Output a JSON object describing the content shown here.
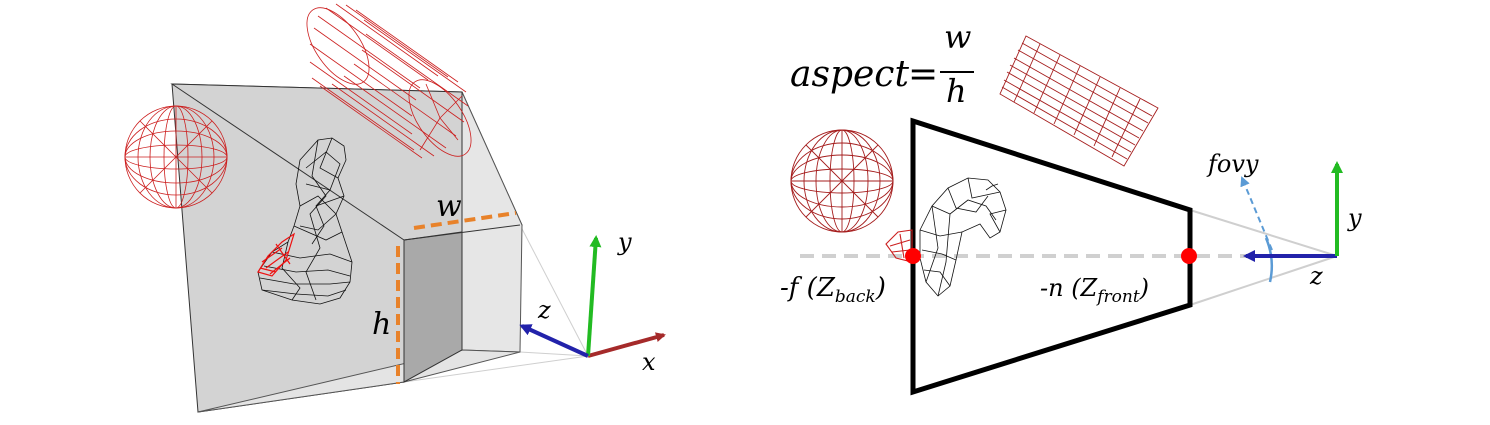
{
  "left_panel": {
    "labels": {
      "w": "w",
      "h": "h",
      "x": "x",
      "y": "y",
      "z": "z"
    }
  },
  "right_panel": {
    "aspect_lhs": "aspect",
    "aspect_eq": "=",
    "aspect_num": "w",
    "aspect_den": "h",
    "far_prefix": "-f (Z",
    "far_sub": "back",
    "far_suffix": ")",
    "near_prefix": "-n (Z",
    "near_sub": "front",
    "near_suffix": ")",
    "fovy": "fovy",
    "y": "y",
    "z": "z"
  },
  "colors": {
    "x_axis": "#a52a2a",
    "y_axis": "#22bb22",
    "z_axis": "#2222aa",
    "dimension_lines": "#e8822a",
    "wireframe": "#cc1f1f",
    "frustum_fill": "#d3d3d3",
    "clip_points": "#ff0000",
    "fovy_arrow": "#5b9bd5"
  }
}
